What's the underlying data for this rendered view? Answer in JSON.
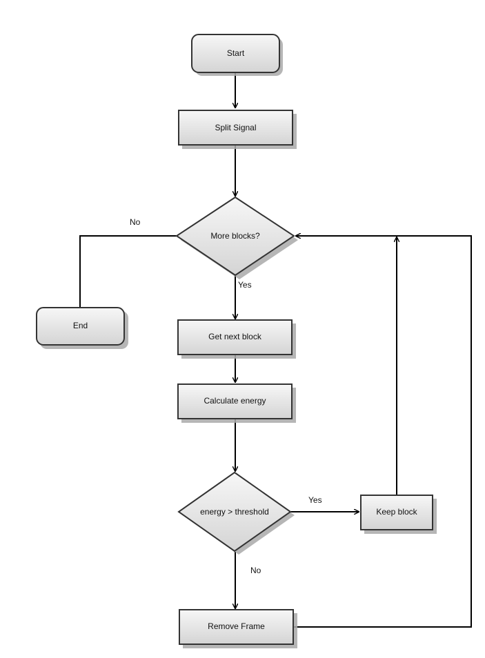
{
  "nodes": {
    "start": "Start",
    "split_signal": "Split Signal",
    "more_blocks": "More blocks?",
    "end": "End",
    "get_next_block": "Get next block",
    "calculate_energy": "Calculate energy",
    "energy_threshold": "energy > threshold",
    "keep_block": "Keep block",
    "remove_frame": "Remove Frame"
  },
  "edge_labels": {
    "more_blocks_no": "No",
    "more_blocks_yes": "Yes",
    "threshold_yes": "Yes",
    "threshold_no": "No"
  },
  "colors": {
    "fill_top": "#f7f7f7",
    "fill_bottom": "#d4d4d4",
    "stroke": "#333333",
    "shadow": "#a9a9a9",
    "line": "#000000"
  }
}
